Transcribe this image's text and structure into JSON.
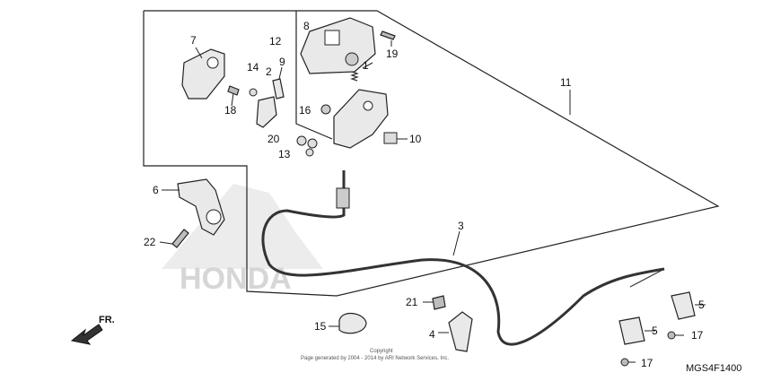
{
  "diagram": {
    "callouts": [
      "1",
      "2",
      "3",
      "4",
      "5",
      "5",
      "6",
      "7",
      "8",
      "9",
      "10",
      "11",
      "12",
      "13",
      "14",
      "15",
      "16",
      "17",
      "17",
      "18",
      "19",
      "20",
      "21",
      "22"
    ],
    "direction_label": "FR.",
    "copyright_line1": "Copyright",
    "copyright_line2": "Page generated by 2004 - 2014 by ARI Network Services, Inc.",
    "diagram_code": "MGS4F1400",
    "watermark": "HONDA"
  }
}
